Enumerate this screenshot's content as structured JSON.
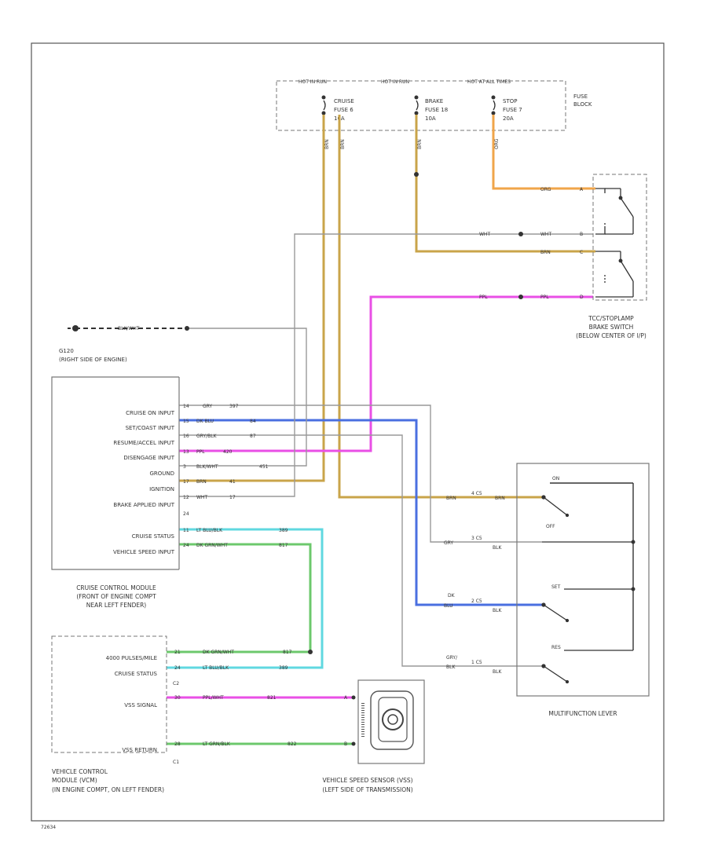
{
  "fuse_block": {
    "hot_run": "HOT IN RUN",
    "hot_run_bulb": "HOT IN RUN",
    "hot_always": "HOT AT ALL TIMES",
    "title_1": "FUSE",
    "title_2": "BLOCK",
    "fuses": [
      {
        "name_1": "CRUISE",
        "name_2": "FUSE 6",
        "rating": "10A"
      },
      {
        "name_1": "BRAKE",
        "name_2": "FUSE 18",
        "rating": "10A"
      },
      {
        "name_1": "STOP",
        "name_2": "FUSE 7",
        "rating": "20A"
      }
    ]
  },
  "wires": {
    "brn_a": "BRN",
    "brn_b": "BRN",
    "brn_c": "BRN",
    "org_top": "ORG",
    "org": "ORG",
    "wht_1": "WHT",
    "wht_2": "WHT",
    "brn_sw": "BRN",
    "ppl_1": "PPL",
    "ppl_2": "PPL",
    "blk_wht": "BLK/WHT"
  },
  "brake_switch": {
    "pin_a": "A",
    "pin_b": "B",
    "pin_c": "C",
    "pin_d": "D",
    "cap_1": "TCC/STOPLAMP",
    "cap_2": "BRAKE SWITCH",
    "cap_3": "(BELOW CENTER OF I/P)"
  },
  "ground": {
    "name": "G120",
    "location": "(RIGHT SIDE OF ENGINE)"
  },
  "ccm": {
    "inputs": [
      "CRUISE ON INPUT",
      "SET/COAST INPUT",
      "RESUME/ACCEL INPUT",
      "DISENGAGE INPUT",
      "GROUND",
      "IGNITION",
      "BRAKE APPLIED INPUT"
    ],
    "outputs": [
      "CRUISE STATUS",
      "VEHICLE SPEED INPUT"
    ],
    "cap_1": "CRUISE CONTROL MODULE",
    "cap_2": "(FRONT OF ENGINE COMPT",
    "cap_3": "NEAR LEFT FENDER)",
    "pins": [
      {
        "pin": "14",
        "wire": "GRY",
        "circuit": "397"
      },
      {
        "pin": "15",
        "wire": "DK BLU",
        "circuit": "84"
      },
      {
        "pin": "16",
        "wire": "GRY/BLK",
        "circuit": "87"
      },
      {
        "pin": "13",
        "wire": "PPL",
        "circuit": "420"
      },
      {
        "pin": "3",
        "wire": "BLK/WHT",
        "circuit": "451"
      },
      {
        "pin": "17",
        "wire": "BRN",
        "circuit": "41"
      },
      {
        "pin": "12",
        "wire": "WHT",
        "circuit": "17"
      },
      {
        "pin": "11",
        "wire": "LT BLU/BLK",
        "circuit": "389"
      },
      {
        "pin": "24",
        "wire": "DK GRN/WHT",
        "circuit": "817"
      }
    ],
    "extra_pin": "24"
  },
  "vcm": {
    "labels": [
      "4000 PULSES/MILE",
      "CRUISE STATUS",
      "VSS SIGNAL",
      "VSS RETURN"
    ],
    "c2": "C2",
    "c1": "C1",
    "cap_1": "VEHICLE CONTROL",
    "cap_2": "MODULE (VCM)",
    "cap_3": "(IN ENGINE COMPT, ON LEFT FENDER)",
    "wires": [
      {
        "pin": "21",
        "wire": "DK GRN/WHT",
        "circuit": "817"
      },
      {
        "pin": "24",
        "wire": "LT BLU/BLK",
        "circuit": "389"
      },
      {
        "pin": "30",
        "wire": "PPL/WHT",
        "circuit": "821"
      },
      {
        "pin": "28",
        "wire": "LT GRN/BLK",
        "circuit": "822"
      }
    ]
  },
  "vss": {
    "pin_a": "A",
    "pin_b": "B",
    "cap_1": "VEHICLE SPEED SENSOR (VSS)",
    "cap_2": "(LEFT SIDE OF TRANSMISSION)"
  },
  "mfl": {
    "on": "ON",
    "off": "OFF",
    "set": "SET",
    "res": "RES",
    "cap": "MULTIFUNCTION LEVER",
    "rows": [
      {
        "w1": "BRN",
        "pin": "4 C5",
        "w2": "BRN"
      },
      {
        "w1": "GRY",
        "pin": "3 C5",
        "w2": "BLK"
      },
      {
        "w1": "DK",
        "w1b": "BLU",
        "pin": "2 C5",
        "w2": "BLK"
      },
      {
        "w1": "GRY/",
        "w1b": "BLK",
        "pin": "1 C5",
        "w2": "BLK"
      }
    ]
  },
  "ref": "72634"
}
